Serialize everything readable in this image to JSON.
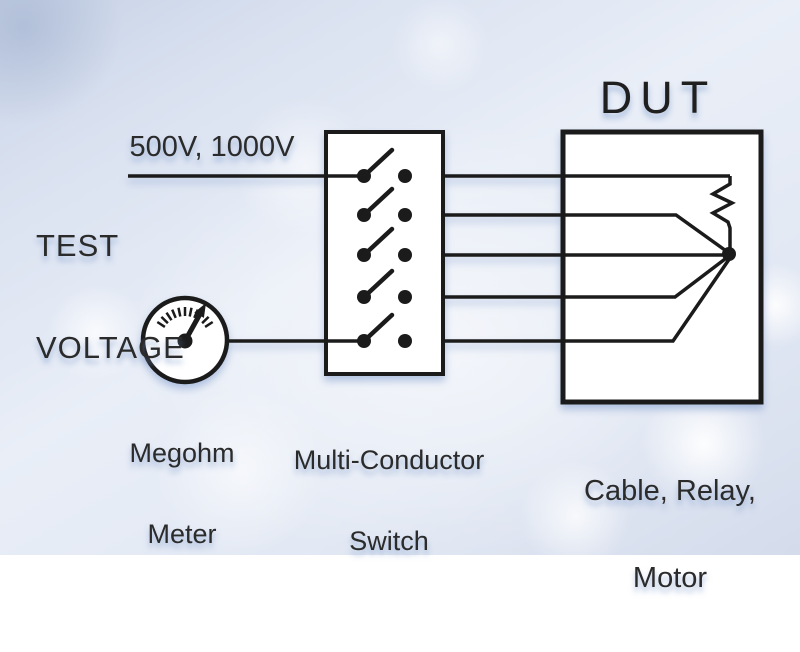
{
  "diagram": {
    "labels": {
      "test_voltage": [
        "TEST",
        "VOLTAGE"
      ],
      "voltage_values": "500V, 1000V",
      "dut_title": "DUT",
      "switch": [
        "Multi-Conductor",
        "Switch"
      ],
      "meter": [
        "Megohm",
        "Meter"
      ],
      "dut_caption": [
        "Cable, Relay,",
        "Motor"
      ]
    },
    "switch_poles": 5,
    "colors": {
      "line": "#1b1b1b",
      "text": "#2b2b2b",
      "box_fill": "#ffffff",
      "background_base": "#dfe6f2",
      "glow": "#9fb5da"
    }
  }
}
